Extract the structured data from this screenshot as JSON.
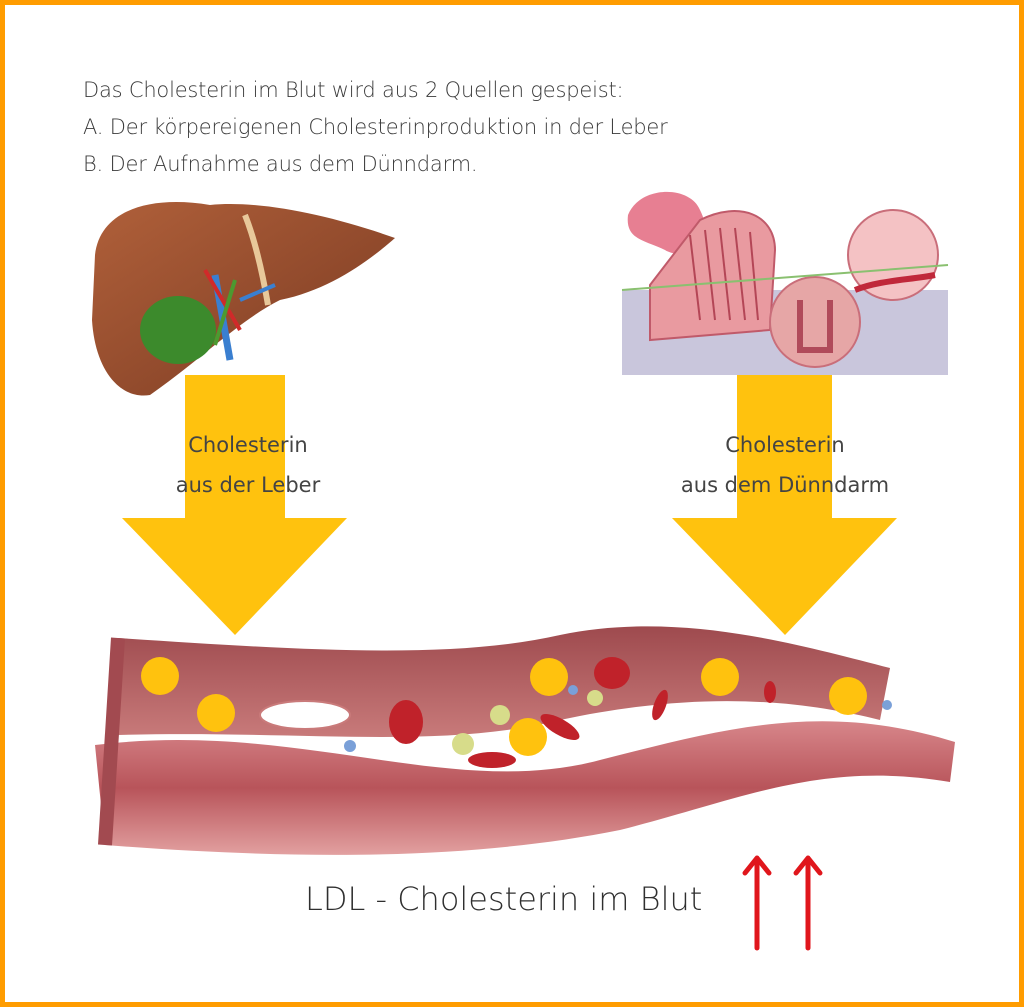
{
  "intro": {
    "line1": "Das Cholesterin im Blut wird aus 2 Quellen gespeist:",
    "line2": "A. Der körpereigenen Cholesterinproduktion in der Leber",
    "line3": "B. Der Aufnahme aus dem Dünndarm."
  },
  "sources": [
    {
      "line1": "Cholesterin",
      "line2": "aus der Leber",
      "icon": "liver-illustration"
    },
    {
      "line1": "Cholesterin",
      "line2": "aus dem Dünndarm",
      "icon": "small-intestine-illustration"
    }
  ],
  "result": {
    "label": "LDL - Cholesterin im Blut",
    "indicator": "increase-arrows"
  },
  "colors": {
    "border": "#ff9c00",
    "arrow": "#ffc20e",
    "up_arrow": "#e0161c",
    "vessel": "#c8646a"
  }
}
